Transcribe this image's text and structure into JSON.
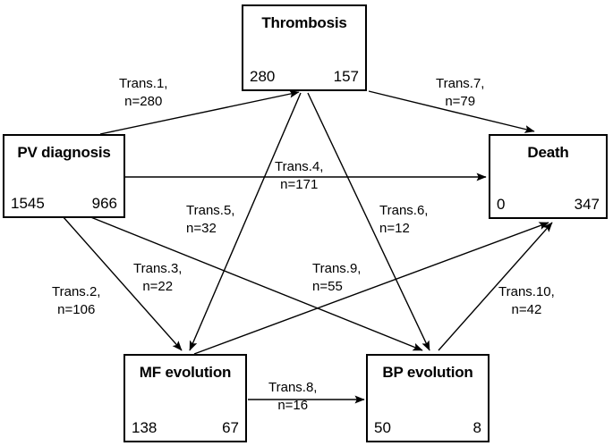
{
  "diagram": {
    "type": "state-transition-diagram",
    "states": [
      {
        "id": "thrombosis",
        "label": "Thrombosis",
        "left_value": "280",
        "right_value": "157"
      },
      {
        "id": "pv_diagnosis",
        "label": "PV diagnosis",
        "left_value": "1545",
        "right_value": "966"
      },
      {
        "id": "death",
        "label": "Death",
        "left_value": "0",
        "right_value": "347"
      },
      {
        "id": "mf_evolution",
        "label": "MF evolution",
        "left_value": "138",
        "right_value": "67"
      },
      {
        "id": "bp_evolution",
        "label": "BP evolution",
        "left_value": "50",
        "right_value": "8"
      }
    ],
    "transitions": [
      {
        "id": "trans1",
        "name": "Trans.1,",
        "count": "n=280",
        "from": "pv_diagnosis",
        "to": "thrombosis"
      },
      {
        "id": "trans2",
        "name": "Trans.2,",
        "count": "n=106",
        "from": "pv_diagnosis",
        "to": "mf_evolution"
      },
      {
        "id": "trans3",
        "name": "Trans.3,",
        "count": "n=22",
        "from": "pv_diagnosis",
        "to": "bp_evolution"
      },
      {
        "id": "trans4",
        "name": "Trans.4,",
        "count": "n=171",
        "from": "pv_diagnosis",
        "to": "death"
      },
      {
        "id": "trans5",
        "name": "Trans.5,",
        "count": "n=32",
        "from": "thrombosis",
        "to": "mf_evolution"
      },
      {
        "id": "trans6",
        "name": "Trans.6,",
        "count": "n=12",
        "from": "thrombosis",
        "to": "bp_evolution"
      },
      {
        "id": "trans7",
        "name": "Trans.7,",
        "count": "n=79",
        "from": "thrombosis",
        "to": "death"
      },
      {
        "id": "trans8",
        "name": "Trans.8,",
        "count": "n=16",
        "from": "mf_evolution",
        "to": "bp_evolution"
      },
      {
        "id": "trans9",
        "name": "Trans.9,",
        "count": "n=55",
        "from": "mf_evolution",
        "to": "death"
      },
      {
        "id": "trans10",
        "name": "Trans.10,",
        "count": "n=42",
        "from": "bp_evolution",
        "to": "death"
      }
    ],
    "colors": {
      "stroke": "#000000",
      "background": "#ffffff",
      "text": "#000000"
    }
  }
}
